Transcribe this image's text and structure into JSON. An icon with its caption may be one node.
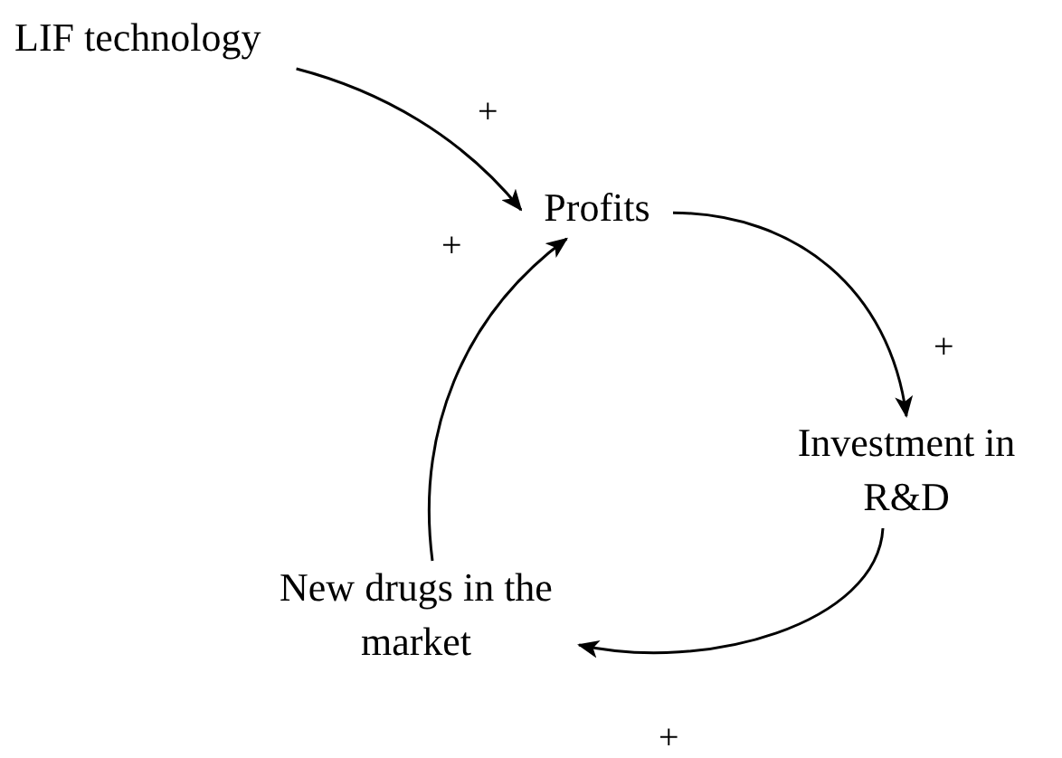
{
  "diagram": {
    "nodes": [
      {
        "text": [
          "LIF technology"
        ]
      },
      {
        "text": [
          "Profits"
        ]
      },
      {
        "text": [
          "Investment in R&D"
        ]
      },
      {
        "text": [
          "New drugs in the market"
        ]
      }
    ],
    "edges": [
      {
        "from": 0,
        "to": 1,
        "arrow": "to",
        "label": "+"
      },
      {
        "from": 1,
        "to": 2,
        "arrow": "to",
        "label": "+"
      },
      {
        "from": 2,
        "to": 3,
        "arrow": "to",
        "label": "+"
      },
      {
        "from": 3,
        "to": 1,
        "arrow": "to",
        "label": "+"
      }
    ]
  }
}
